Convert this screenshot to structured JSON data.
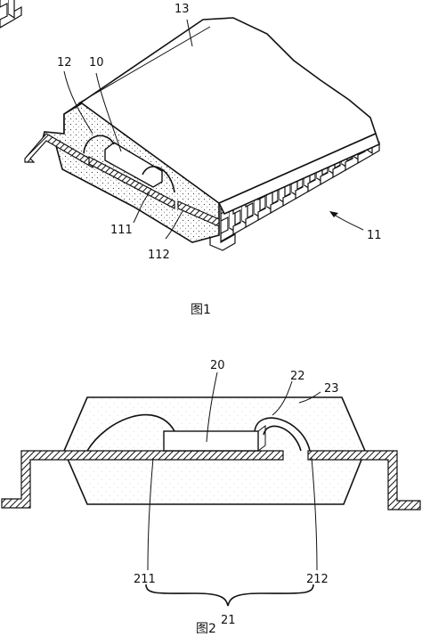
{
  "figure1": {
    "caption": "图1",
    "labels": {
      "mold": "13",
      "chip": "10",
      "wire": "12",
      "leads": "11",
      "lead_inner": "111",
      "lead_outer": "112"
    }
  },
  "figure2": {
    "caption": "图2",
    "labels": {
      "chip": "20",
      "wire": "22",
      "mold": "23",
      "lead_left": "211",
      "lead_right": "212",
      "leadframe": "21"
    }
  }
}
